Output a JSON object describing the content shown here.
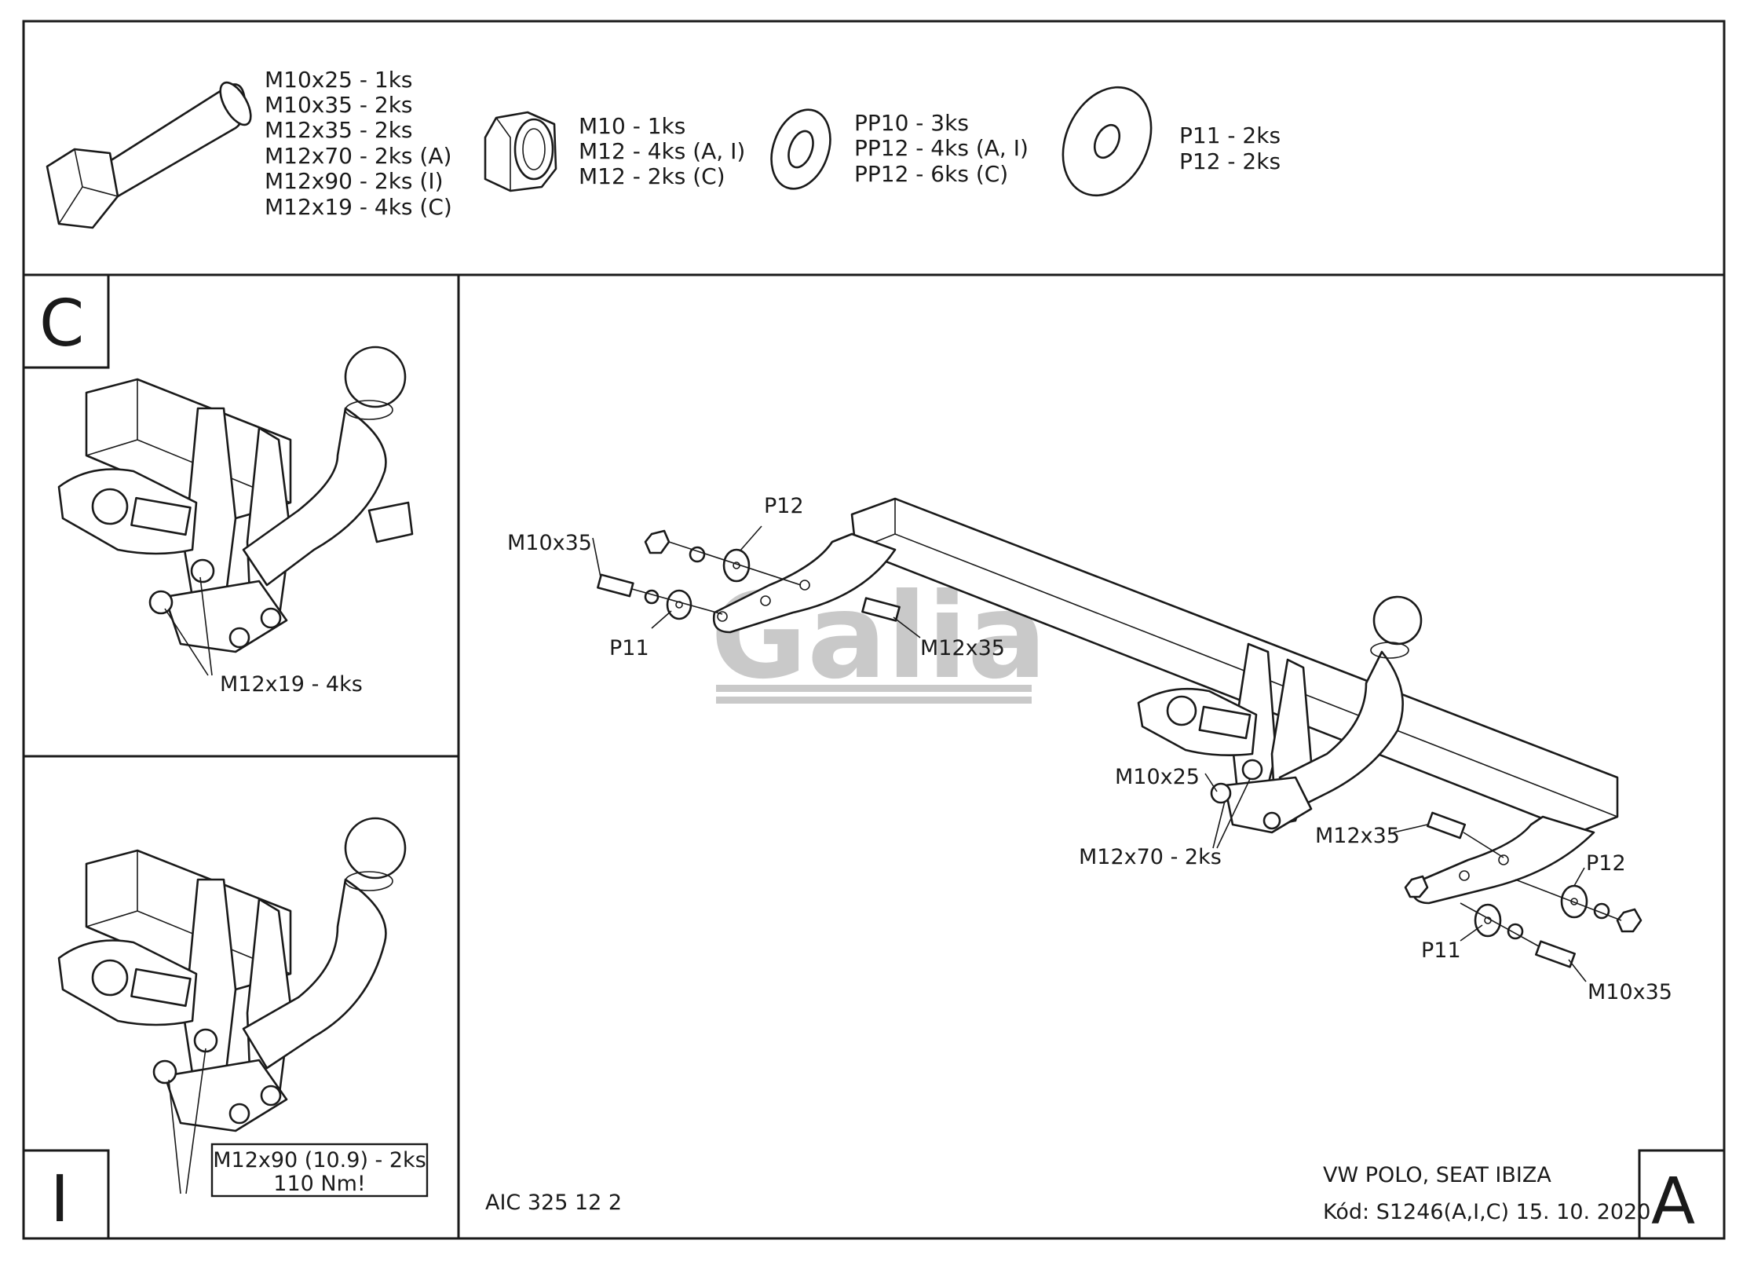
{
  "hardware": {
    "bolts": [
      "M10x25 - 1ks",
      "M10x35 - 2ks",
      "M12x35 - 2ks",
      "M12x70 - 2ks (A)",
      "M12x90 - 2ks (I)",
      "M12x19 - 4ks (C)"
    ],
    "nuts": [
      "M10 - 1ks",
      "M12 - 4ks (A, I)",
      "M12 - 2ks (C)"
    ],
    "washers_pp": [
      "PP10 - 3ks",
      "PP12 - 4ks (A, I)",
      "PP12 - 6ks (C)"
    ],
    "washers_p": [
      "P11 - 2ks",
      "P12 - 2ks"
    ]
  },
  "panel_c": {
    "letter": "C",
    "callout": "M12x19 - 4ks"
  },
  "panel_i": {
    "letter": "I",
    "callout_line1": "M12x90 (10.9) - 2ks",
    "callout_line2": "110 Nm!"
  },
  "panel_a": {
    "letter": "A",
    "labels": {
      "m10x35_left": "M10x35",
      "p12_left": "P12",
      "p11_left": "P11",
      "m12x35_left": "M12x35",
      "m10x25": "M10x25",
      "m12x70": "M12x70 - 2ks",
      "m12x35_right": "M12x35",
      "p12_right": "P12",
      "p11_right": "P11",
      "m10x35_right": "M10x35"
    },
    "watermark": "Galia",
    "watermark_mark": "®"
  },
  "title_block": {
    "code_left": "AIC 325 12 2",
    "vehicle": "VW POLO, SEAT IBIZA",
    "kod": "Kód: S1246(A,I,C)  15. 10. 2020"
  }
}
